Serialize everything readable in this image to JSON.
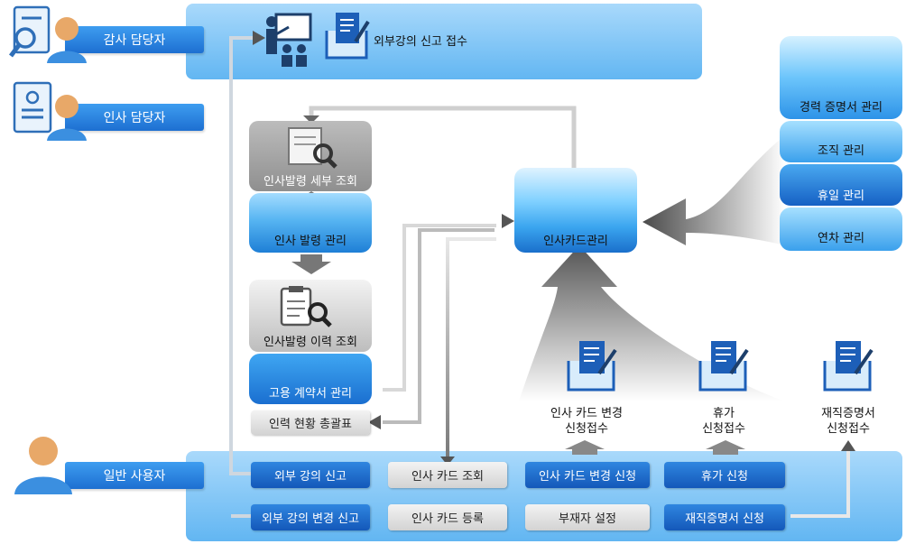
{
  "roles": {
    "auditor": "감사 담당자",
    "hr": "인사 담당자",
    "general": "일반 사용자"
  },
  "top_panel": {
    "label": "외부강의 신고 접수"
  },
  "center": {
    "label": "인사카드관리"
  },
  "left_stack": {
    "detail_view": "인사발령 세부 조회",
    "appoint_manage": "인사 발령 관리",
    "history_view": "인사발령 이력 조회",
    "contract_manage": "고용 계약서 관리",
    "staffing_summary": "인력 현황 총괄표"
  },
  "right_stack": {
    "items": [
      "경력 증명서 관리",
      "조직 관리",
      "휴일 관리",
      "연차 관리"
    ]
  },
  "receipts": {
    "card_change": "인사 카드 변경\n신청접수",
    "leave": "휴가\n신청접수",
    "cert": "재직증명서\n신청접수"
  },
  "bottom": {
    "row1": [
      "외부 강의 신고",
      "인사 카드 조회",
      "인사 카드 변경 신청",
      "휴가 신청"
    ],
    "row2": [
      "외부 강의 변경 신고",
      "인사 카드 등록",
      "부재자 설정",
      "재직증명서 신청"
    ]
  },
  "colors": {
    "accent_blue": "#1d6fd1",
    "panel_light": "#a9d9fb",
    "arrow_gray": "#555555"
  }
}
